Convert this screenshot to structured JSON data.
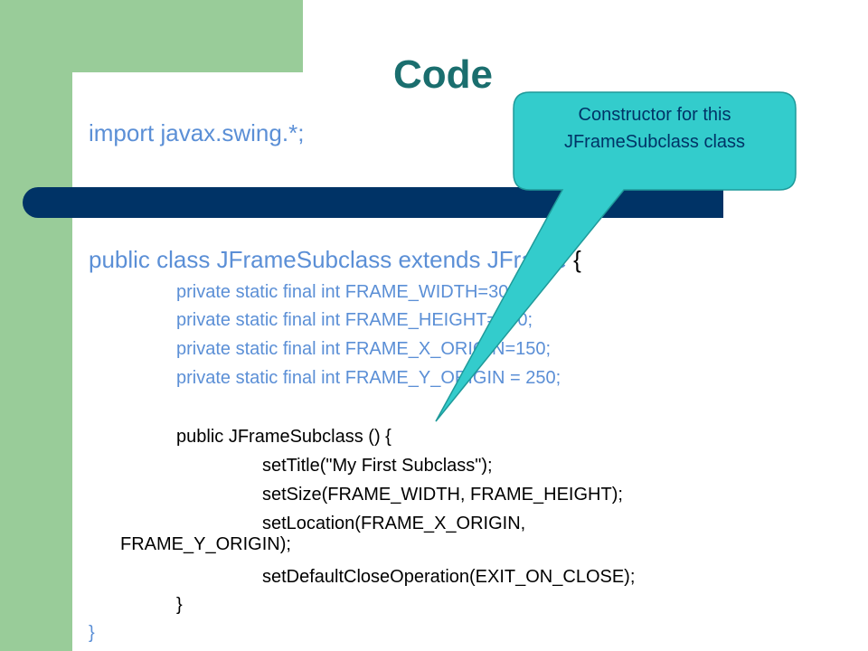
{
  "slide": {
    "title": "Code",
    "code": {
      "import_line": "import javax.swing.*;",
      "class_decl": "public class JFrameSubclass extends JFrame",
      "class_open_brace": "{",
      "fields": [
        "private static final int FRAME_WIDTH=300;",
        "private static final int FRAME_HEIGHT=200;",
        "private static final int FRAME_X_ORIGIN=150;",
        "private static final int FRAME_Y_ORIGIN = 250;"
      ],
      "constructor_decl": "public JFrameSubclass () {",
      "body": [
        "setTitle(\"My First Subclass\");",
        "setSize(FRAME_WIDTH, FRAME_HEIGHT);",
        "setLocation(FRAME_X_ORIGIN,",
        "FRAME_Y_ORIGIN);",
        "setDefaultCloseOperation(EXIT_ON_CLOSE);"
      ],
      "constructor_close": "}",
      "class_close": "}"
    },
    "callout": {
      "line1": "Constructor for this",
      "line2": "JFrameSubclass class",
      "fill_color": "#33cccc"
    },
    "colors": {
      "accent_green": "#99cc99",
      "divider_navy": "#003366",
      "title_teal": "#1a6e6e",
      "code_blue": "#5b8fd6"
    }
  }
}
